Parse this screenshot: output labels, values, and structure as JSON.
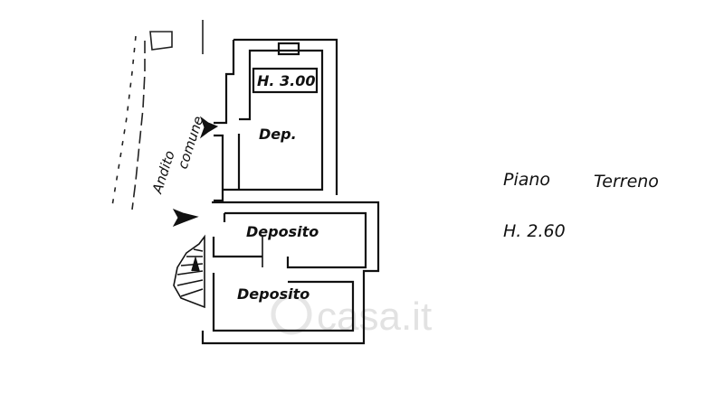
{
  "labels": {
    "height_dep": "H. 3.00",
    "dep": "Dep.",
    "deposito_1": "Deposito",
    "deposito_2": "Deposito",
    "andito": "Andito",
    "comune": "comune",
    "piano": "Piano",
    "terreno": "Terreno",
    "height_floor": "H. 2.60"
  },
  "watermark": "casa.it",
  "colors": {
    "ink": "#111111",
    "watermark": "#d6d6d6"
  },
  "icons": [
    "entrance-arrow-icon",
    "entrance-arrow-icon",
    "stair-symbol-icon"
  ]
}
